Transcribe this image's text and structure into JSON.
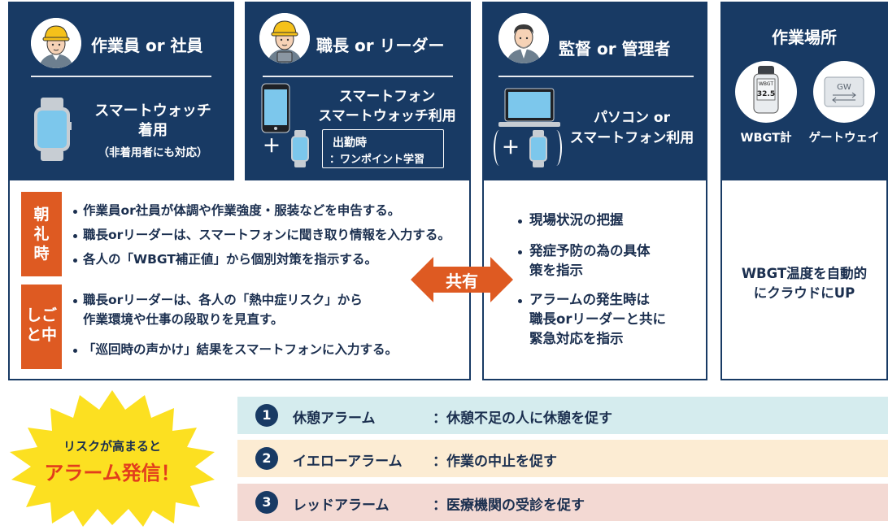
{
  "worker": {
    "title": "作業員 or 社員",
    "device_line1": "スマートウォッチ",
    "device_line2": "着用",
    "device_note": "（非着用者にも対応）"
  },
  "leader": {
    "title": "職長 or リーダー",
    "device_line1": "スマートフォン",
    "device_line2": "スマートウォッチ利用",
    "plus": "＋",
    "note_line1": "出勤時",
    "note_line2": "：ワンポイント学習"
  },
  "supervisor": {
    "title": "監督 or 管理者",
    "device_line1": "パソコン or",
    "device_line2": "スマートフォン利用",
    "plus": "＋"
  },
  "site": {
    "title": "作業場所",
    "wbgt_label": "WBGT計",
    "gateway_label": "ゲートウェイ",
    "gw_text": "GW",
    "meter_top": "WBGT",
    "meter_value": "32.5",
    "desc_line1": "WBGT温度を自動的",
    "desc_line2": "にクラウドにUP"
  },
  "morning": {
    "tag": [
      "朝",
      "礼",
      "時"
    ],
    "items": [
      "作業員or社員が体調や作業強度・服装などを申告する。",
      "職長orリーダーは、スマートフォンに聞き取り情報を入力する。",
      "各人の「WBGT補正値」から個別対策を指示する。"
    ]
  },
  "during": {
    "tag": [
      "しご",
      "と中"
    ],
    "item1_line1": "職長orリーダーは、各人の「熱中症リスク」から",
    "item1_line2": "作業環境や仕事の段取りを見直す。",
    "item2": "「巡回時の声かけ」結果をスマートフォンに入力する。"
  },
  "share_label": "共有",
  "supervisor_items": {
    "i1": "現場状況の把握",
    "i2_line1": "発症予防の為の具体",
    "i2_line2": "策を指示",
    "i3_line1": "アラームの発生時は",
    "i3_line2": "職長orリーダーと共に",
    "i3_line3": "緊急対応を指示"
  },
  "burst": {
    "line1": "リスクが高まると",
    "line2": "アラーム発信！"
  },
  "alarms": [
    {
      "num": "1",
      "name": "休憩アラーム",
      "desc": "：休憩不足の人に休憩を促す",
      "bg": "#d5ecee"
    },
    {
      "num": "2",
      "name": "イエローアラーム",
      "desc": "：作業の中止を促す",
      "bg": "#fcecd3"
    },
    {
      "num": "3",
      "name": "レッドアラーム",
      "desc": "：医療機関の受診を促す",
      "bg": "#f3d9d3"
    }
  ],
  "colors": {
    "navy": "#183a64",
    "orange": "#de5a22",
    "burst_yellow": "#fce021",
    "burst_text_red": "#e23d1c",
    "watch_screen": "#7cc7ec"
  }
}
